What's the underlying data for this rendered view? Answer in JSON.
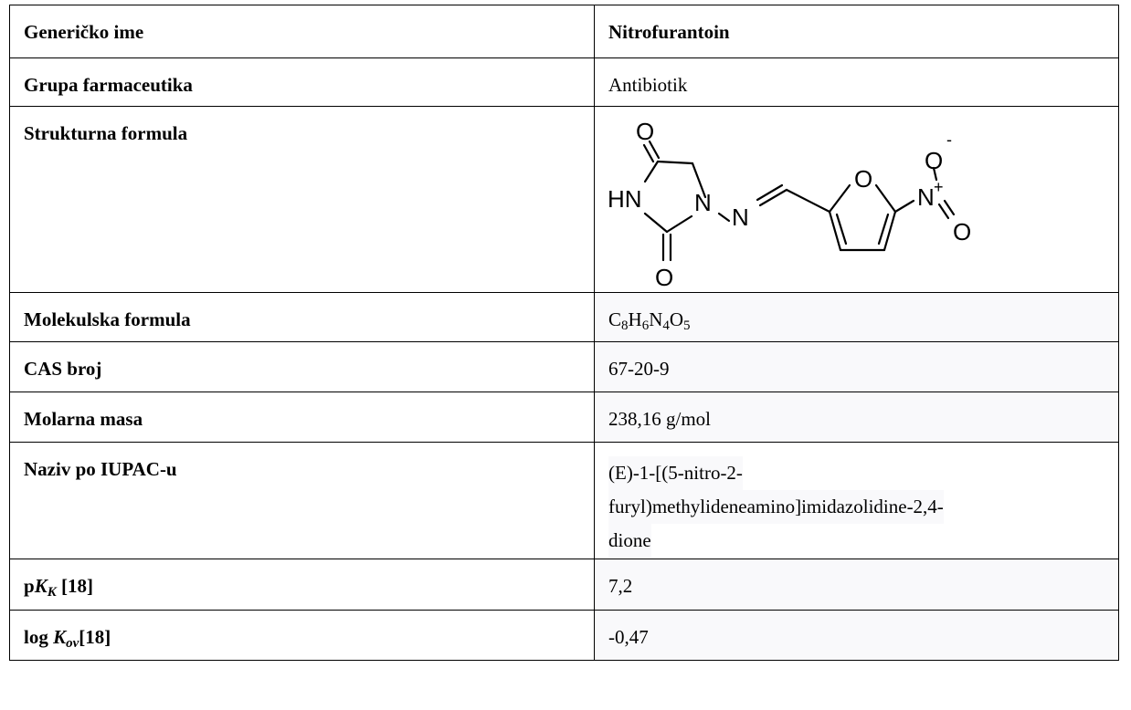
{
  "table": {
    "rows": [
      {
        "label": "Generičko ime",
        "value": "Nitrofurantoin"
      },
      {
        "label": "Grupa farmaceutika",
        "value": "Antibiotik"
      },
      {
        "label": "Strukturna formula",
        "value": ""
      },
      {
        "label": "Molekulska formula",
        "formula": {
          "c": "C",
          "c_n": "8",
          "h": "H",
          "h_n": "6",
          "n": "N",
          "n_n": "4",
          "o": "O",
          "o_n": "5"
        }
      },
      {
        "label": "CAS broj",
        "value": "67-20-9"
      },
      {
        "label": "Molarna masa",
        "value": "238,16 g/mol"
      },
      {
        "label": "Naziv po IUPAC-u",
        "lines": [
          "(E)-1-[(5-nitro-2-",
          "furyl)methylideneamino]imidazolidine-2,4-",
          "dione"
        ]
      },
      {
        "label_prefix": "p",
        "label_var": "K",
        "label_sub": "K",
        "label_ref": " [18]",
        "value": "7,2"
      },
      {
        "label_prefix": "log ",
        "label_var": "K",
        "label_sub": "ov",
        "label_ref": "[18]",
        "value": "-0,47"
      }
    ]
  },
  "structure": {
    "atoms": {
      "o_top": "O",
      "hn": "HN",
      "n_ring": "N",
      "n_imine": "N",
      "o_bottom": "O",
      "o_furan": "O",
      "n_nitro": "N",
      "plus": "+",
      "o_nitro_top": "O",
      "minus": "-",
      "o_nitro_right": "O"
    }
  }
}
